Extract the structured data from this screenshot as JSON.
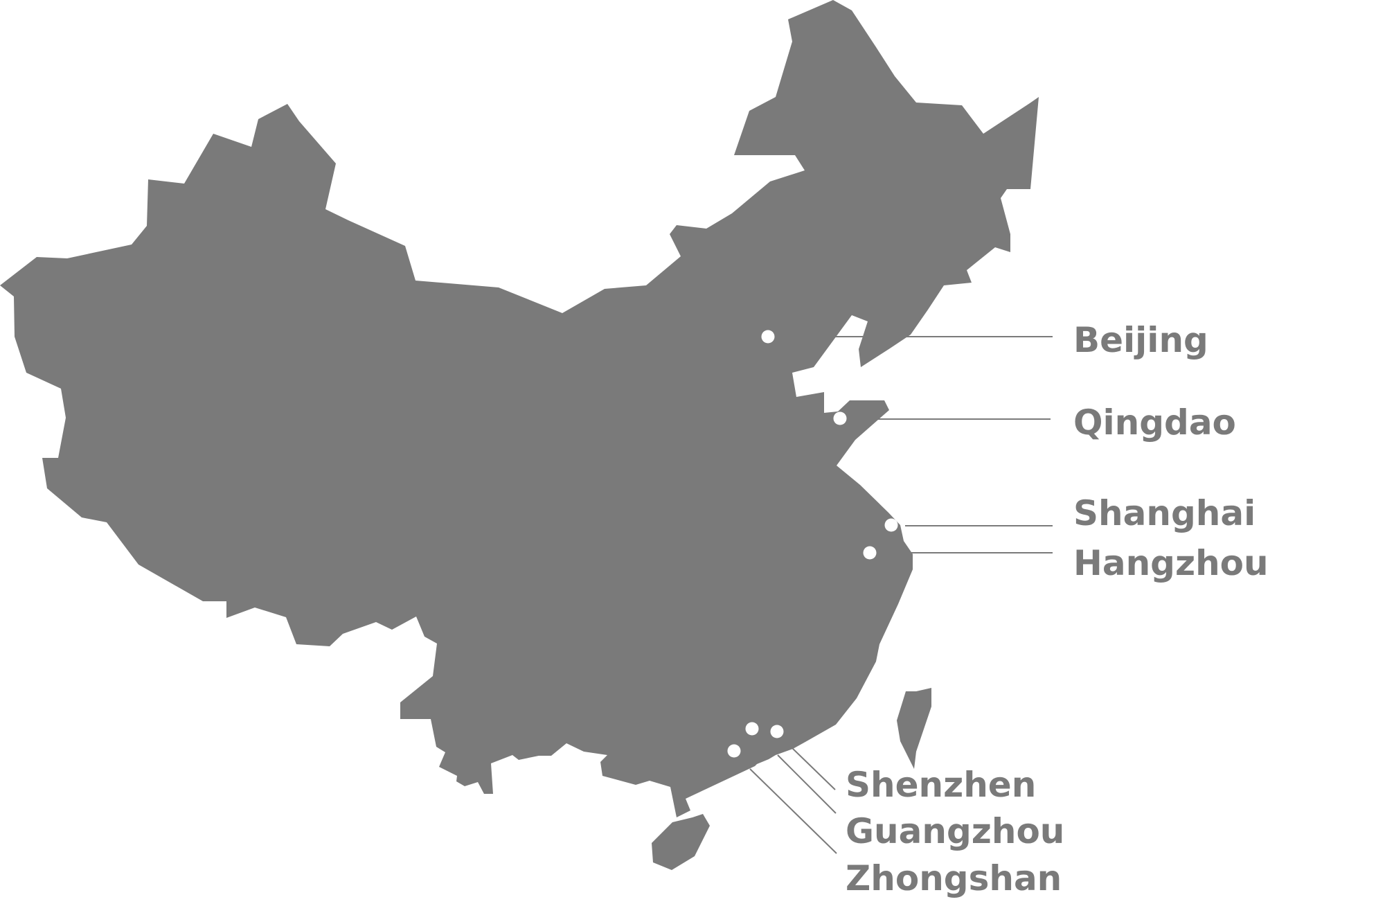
{
  "colors": {
    "land": "#7a7a7a",
    "label": "#7a7a7a",
    "line": "#7a7a7a",
    "dot": "#ffffff",
    "background": "#ffffff"
  },
  "cities": {
    "beijing": {
      "name": "Beijing"
    },
    "qingdao": {
      "name": "Qingdao"
    },
    "shanghai": {
      "name": "Shanghai"
    },
    "hangzhou": {
      "name": "Hangzhou"
    },
    "shenzhen": {
      "name": "Shenzhen"
    },
    "guangzhou": {
      "name": "Guangzhou"
    },
    "zhongshan": {
      "name": "Zhongshan"
    }
  }
}
